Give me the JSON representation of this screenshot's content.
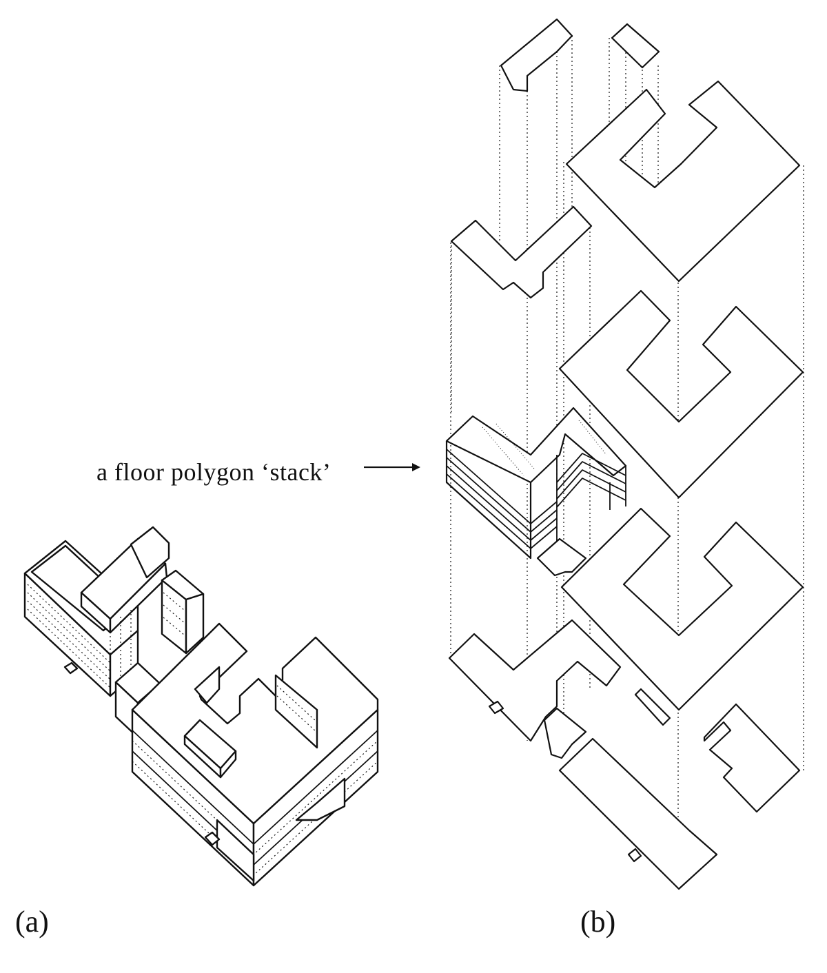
{
  "annotation": {
    "text": "a floor polygon ‘stack’"
  },
  "panels": [
    {
      "id": "a",
      "caption": "(a)"
    },
    {
      "id": "b",
      "caption": "(b)"
    }
  ],
  "colors": {
    "ink": "#111111",
    "background": "#ffffff"
  }
}
